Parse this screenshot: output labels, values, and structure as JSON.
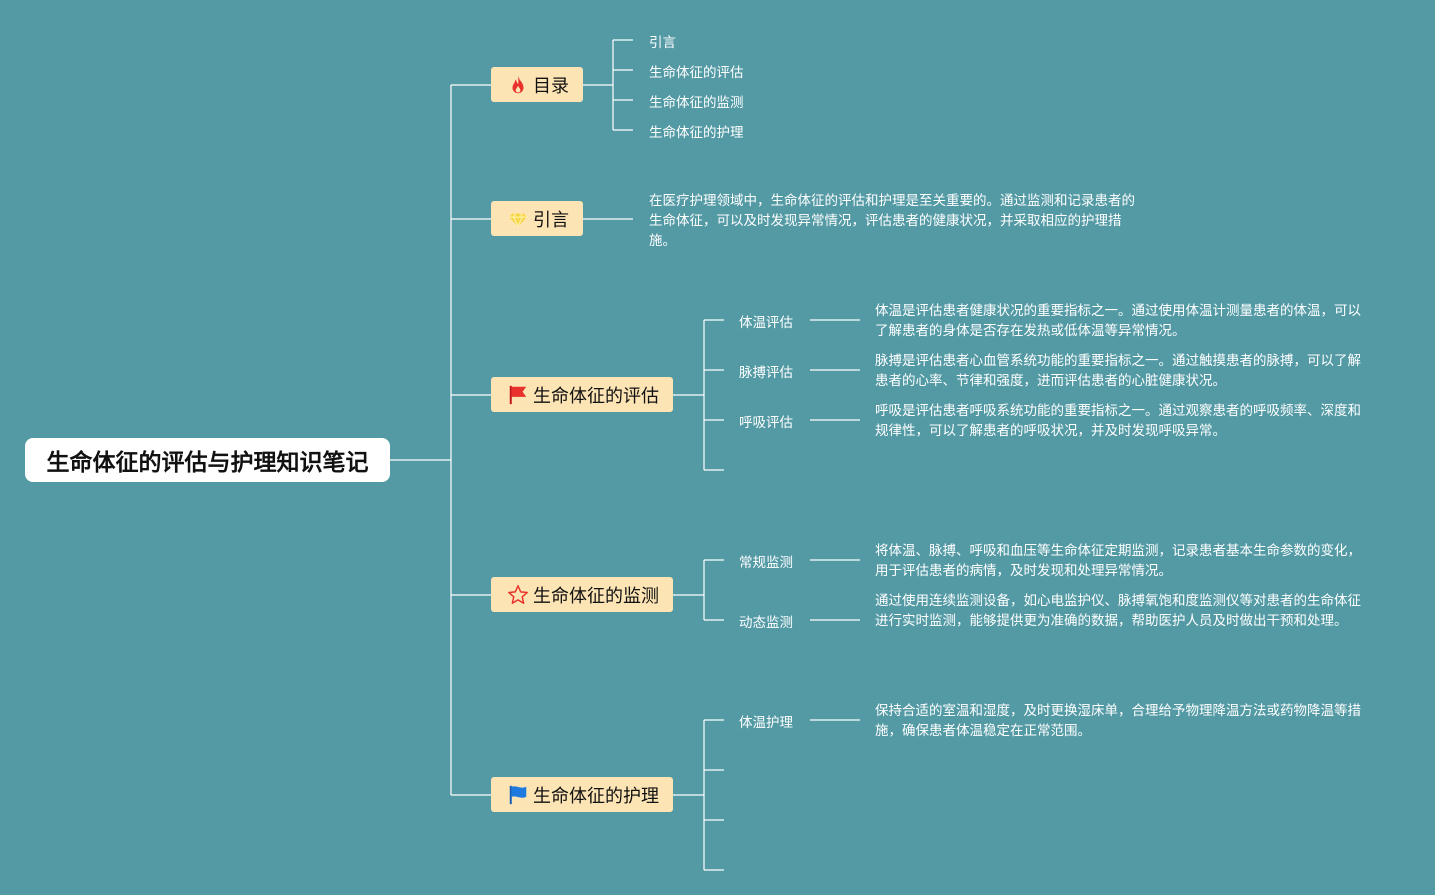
{
  "root": {
    "title": "生命体征的评估与护理知识笔记"
  },
  "colors": {
    "background": "#539aa5",
    "branch_fill": "#fde4b4",
    "line": "#ffffff"
  },
  "branches": [
    {
      "label": "目录",
      "icon": "fire-icon",
      "items": [
        "引言",
        "生命体征的评估",
        "生命体征的监测",
        "生命体征的护理"
      ]
    },
    {
      "label": "引言",
      "icon": "gem-icon",
      "text": "在医疗护理领域中，生命体征的评估和护理是至关重要的。通过监测和记录患者的生命体征，可以及时发现异常情况，评估患者的健康状况，并采取相应的护理措施。"
    },
    {
      "label": "生命体征的评估",
      "icon": "red-flag-icon",
      "subs": [
        {
          "label": "体温评估",
          "text": "体温是评估患者健康状况的重要指标之一。通过使用体温计测量患者的体温，可以了解患者的身体是否存在发热或低体温等异常情况。"
        },
        {
          "label": "脉搏评估",
          "text": "脉搏是评估患者心血管系统功能的重要指标之一。通过触摸患者的脉搏，可以了解患者的心率、节律和强度，进而评估患者的心脏健康状况。"
        },
        {
          "label": "呼吸评估",
          "text": "呼吸是评估患者呼吸系统功能的重要指标之一。通过观察患者的呼吸频率、深度和规律性，可以了解患者的呼吸状况，并及时发现呼吸异常。"
        }
      ]
    },
    {
      "label": "生命体征的监测",
      "icon": "star-icon",
      "subs": [
        {
          "label": "常规监测",
          "text": "将体温、脉搏、呼吸和血压等生命体征定期监测，记录患者基本生命参数的变化，用于评估患者的病情，及时发现和处理异常情况。"
        },
        {
          "label": "动态监测",
          "text": "通过使用连续监测设备，如心电监护仪、脉搏氧饱和度监测仪等对患者的生命体征进行实时监测，能够提供更为准确的数据，帮助医护人员及时做出干预和处理。"
        }
      ]
    },
    {
      "label": "生命体征的护理",
      "icon": "blue-flag-icon",
      "subs": [
        {
          "label": "体温护理",
          "text": "保持合适的室温和湿度，及时更换湿床单，合理给予物理降温方法或药物降温等措施，确保患者体温稳定在正常范围。"
        }
      ]
    }
  ]
}
